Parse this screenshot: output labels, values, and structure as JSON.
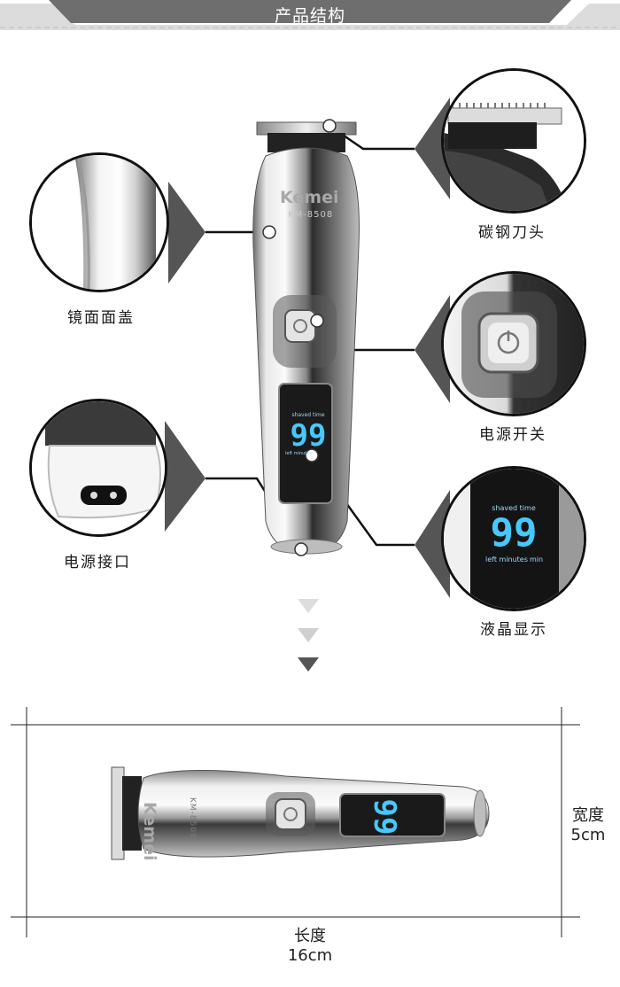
{
  "header": {
    "title": "产品结构"
  },
  "product": {
    "brand": "Kemei",
    "model": "KM-8508"
  },
  "display": {
    "value": "99",
    "top_text": "shaved time",
    "bottom_left": "left minutes",
    "bottom_right": "min"
  },
  "callouts": {
    "mirror_cover": "镜面面盖",
    "blade": "碳钢刀头",
    "power_switch": "电源开关",
    "power_port": "电源接口",
    "lcd": "液晶显示"
  },
  "dimensions": {
    "width_label": "宽度",
    "width_value": "5cm",
    "length_label": "长度",
    "length_value": "16cm"
  }
}
